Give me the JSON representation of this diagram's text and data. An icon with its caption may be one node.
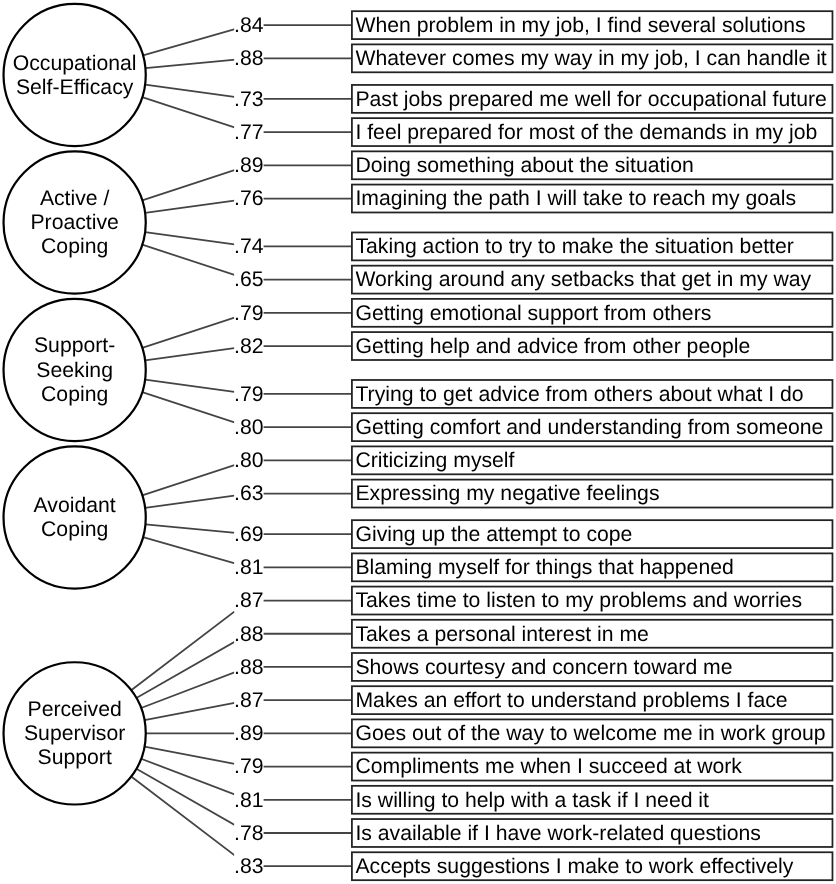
{
  "diagram": {
    "nodes": [
      {
        "text": [
          "Occupational Self-Efficacy"
        ]
      },
      {
        "text": [
          "When problem in my job, I find several solutions"
        ]
      },
      {
        "text": [
          "Whatever comes my way in my job, I can handle it"
        ]
      },
      {
        "text": [
          "Past jobs prepared me well for occupational future"
        ]
      },
      {
        "text": [
          "I feel prepared for most of the demands in my job"
        ]
      },
      {
        "text": [
          "Active / Proactive Coping"
        ]
      },
      {
        "text": [
          "Doing something about the situation"
        ]
      },
      {
        "text": [
          "Imagining the path I will take to reach my goals"
        ]
      },
      {
        "text": [
          "Taking action to try to make the situation better"
        ]
      },
      {
        "text": [
          "Working around any setbacks that get in my way"
        ]
      },
      {
        "text": [
          "Support-Seeking Coping"
        ]
      },
      {
        "text": [
          "Getting emotional support from others"
        ]
      },
      {
        "text": [
          "Getting help and advice from other people"
        ]
      },
      {
        "text": [
          "Trying to get advice from others about what I do"
        ]
      },
      {
        "text": [
          "Getting comfort and understanding from someone"
        ]
      },
      {
        "text": [
          "Avoidant Coping"
        ]
      },
      {
        "text": [
          "Criticizing myself"
        ]
      },
      {
        "text": [
          "Expressing my negative feelings"
        ]
      },
      {
        "text": [
          "Giving up the attempt to cope"
        ]
      },
      {
        "text": [
          "Blaming myself for things that happened"
        ]
      },
      {
        "text": [
          "Perceived Supervisor Support"
        ]
      },
      {
        "text": [
          "Takes time to listen to my problems and worries"
        ]
      },
      {
        "text": [
          "Takes a personal interest in me"
        ]
      },
      {
        "text": [
          "Shows courtesy and concern toward me"
        ]
      },
      {
        "text": [
          "Makes an effort to understand problems I face"
        ]
      },
      {
        "text": [
          "Goes out of the way to welcome me in work group"
        ]
      },
      {
        "text": [
          "Compliments me when I succeed at work"
        ]
      },
      {
        "text": [
          "Is willing to help with a task if I need it"
        ]
      },
      {
        "text": [
          "Is available if I have work-related questions"
        ]
      },
      {
        "text": [
          "Accepts suggestions I make to work effectively"
        ]
      }
    ],
    "edges": [
      {
        "from": 0,
        "to": 1,
        "arrow": "none",
        "label": ".84"
      },
      {
        "from": 0,
        "to": 2,
        "arrow": "none",
        "label": ".88"
      },
      {
        "from": 0,
        "to": 3,
        "arrow": "none",
        "label": ".73"
      },
      {
        "from": 0,
        "to": 4,
        "arrow": "none",
        "label": ".77"
      },
      {
        "from": 5,
        "to": 6,
        "arrow": "none",
        "label": ".89"
      },
      {
        "from": 5,
        "to": 7,
        "arrow": "none",
        "label": ".76"
      },
      {
        "from": 5,
        "to": 8,
        "arrow": "none",
        "label": ".74"
      },
      {
        "from": 5,
        "to": 9,
        "arrow": "none",
        "label": ".65"
      },
      {
        "from": 10,
        "to": 11,
        "arrow": "none",
        "label": ".79"
      },
      {
        "from": 10,
        "to": 12,
        "arrow": "none",
        "label": ".82"
      },
      {
        "from": 10,
        "to": 13,
        "arrow": "none",
        "label": ".79"
      },
      {
        "from": 10,
        "to": 14,
        "arrow": "none",
        "label": ".80"
      },
      {
        "from": 15,
        "to": 16,
        "arrow": "none",
        "label": ".80"
      },
      {
        "from": 15,
        "to": 17,
        "arrow": "none",
        "label": ".63"
      },
      {
        "from": 15,
        "to": 18,
        "arrow": "none",
        "label": ".69"
      },
      {
        "from": 15,
        "to": 19,
        "arrow": "none",
        "label": ".81"
      },
      {
        "from": 20,
        "to": 21,
        "arrow": "none",
        "label": ".87"
      },
      {
        "from": 20,
        "to": 22,
        "arrow": "none",
        "label": ".88"
      },
      {
        "from": 20,
        "to": 23,
        "arrow": "none",
        "label": ".88"
      },
      {
        "from": 20,
        "to": 24,
        "arrow": "none",
        "label": ".87"
      },
      {
        "from": 20,
        "to": 25,
        "arrow": "none",
        "label": ".89"
      },
      {
        "from": 20,
        "to": 26,
        "arrow": "none",
        "label": ".79"
      },
      {
        "from": 20,
        "to": 27,
        "arrow": "none",
        "label": ".81"
      },
      {
        "from": 20,
        "to": 28,
        "arrow": "none",
        "label": ".78"
      },
      {
        "from": 20,
        "to": 29,
        "arrow": "none",
        "label": ".83"
      }
    ]
  }
}
